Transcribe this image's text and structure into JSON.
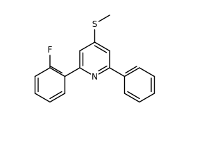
{
  "structure": {
    "atoms": {
      "fluorine": "F",
      "sulfur": "S",
      "nitrogen": "N"
    },
    "colors": {
      "bond": "#000000",
      "label": "#000000",
      "background": "#ffffff"
    }
  }
}
